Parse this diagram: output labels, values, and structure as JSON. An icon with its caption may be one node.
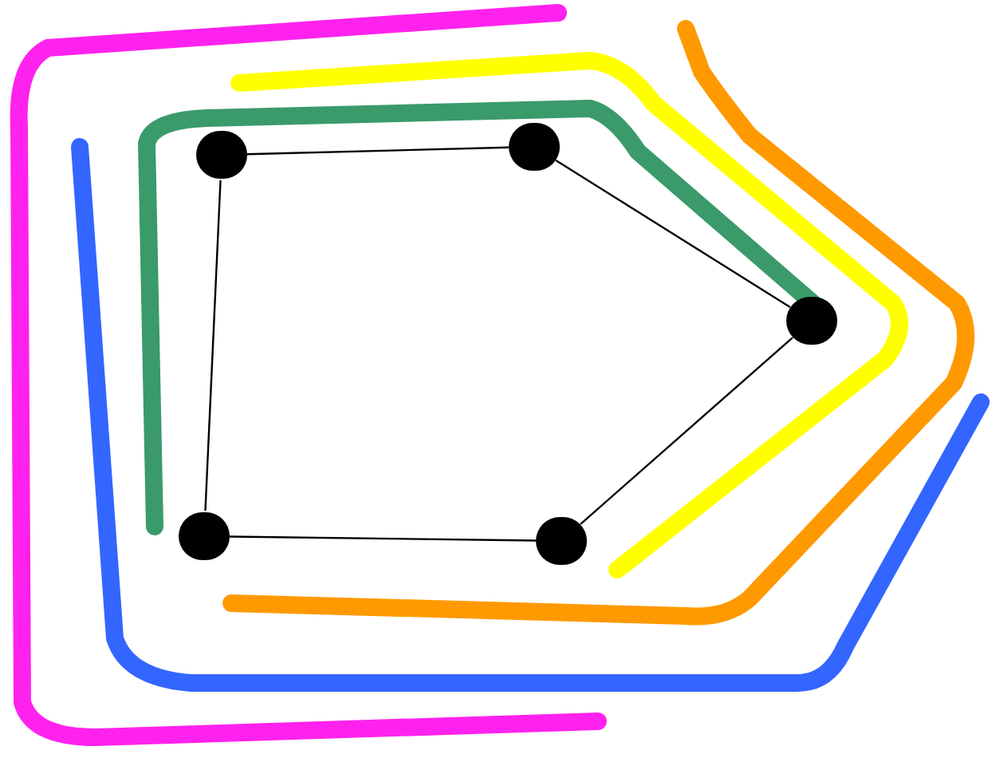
{
  "diagram": {
    "nodes": [
      {
        "text": [],
        "shape": "circle"
      },
      {
        "text": [],
        "shape": "circle"
      },
      {
        "text": [],
        "shape": "circle"
      },
      {
        "text": [],
        "shape": "circle"
      },
      {
        "text": [],
        "shape": "circle"
      }
    ],
    "edges": [
      {
        "from": 0,
        "to": 1,
        "arrow": "none"
      },
      {
        "from": 1,
        "to": 2,
        "arrow": "none"
      },
      {
        "from": 2,
        "to": 4,
        "arrow": "none"
      },
      {
        "from": 4,
        "to": 3,
        "arrow": "none"
      },
      {
        "from": 3,
        "to": 0,
        "arrow": "none"
      }
    ]
  }
}
